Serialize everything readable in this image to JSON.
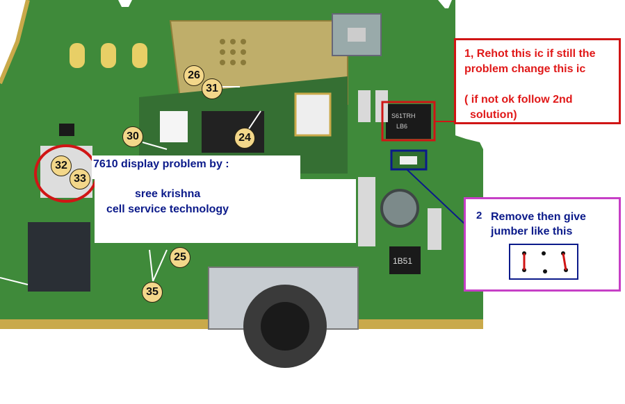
{
  "title": "7610 display problem by :",
  "author_line1": "sree krishna",
  "author_line2": "cell service technology",
  "solution1": {
    "line1": "1, Rehot this ic if still the",
    "line2": "problem change this ic",
    "line3": "( if not ok follow 2nd",
    "line4": "solution)"
  },
  "solution2": {
    "number": "2",
    "line1": "Remove then give",
    "line2": "jumber like this"
  },
  "badges": [
    "26",
    "31",
    "24",
    "30",
    "32",
    "33",
    "25",
    "35"
  ],
  "ic_marking": {
    "line1": "S61TRH",
    "line2": "LB6",
    "line3": "1B51"
  },
  "colors": {
    "board": "#3f8a3a",
    "board_dark": "#2f6e2e",
    "gold": "#c9a94a",
    "red_callout": "#d01515",
    "blue_callout": "#0b1a8a",
    "magenta_box": "#c63fc6",
    "text_blue": "#0b1a8a",
    "text_red": "#e01818"
  }
}
